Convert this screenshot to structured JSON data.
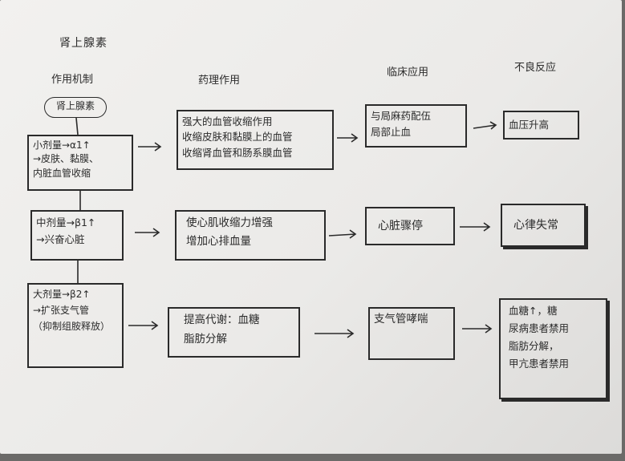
{
  "page_title": "肾上腺素",
  "headers": {
    "mechanism": "作用机制",
    "pharmacology": "药理作用",
    "clinical": "临床应用",
    "adverse": "不良反应"
  },
  "start_node": "肾上腺素",
  "rows": [
    {
      "mechanism": [
        "小剂量→α1↑",
        "→皮肤、黏膜、",
        "内脏血管收缩"
      ],
      "pharmacology": [
        "强大的血管收缩作用",
        "收缩皮肤和黏膜上的血管",
        "收缩肾血管和肠系膜血管"
      ],
      "clinical": [
        "与局麻药配伍",
        "局部止血"
      ],
      "adverse": [
        "血压升高"
      ]
    },
    {
      "mechanism": [
        "中剂量→β1↑",
        "→兴奋心脏"
      ],
      "pharmacology": [
        "使心肌收缩力增强",
        "增加心排血量"
      ],
      "clinical": [
        "心脏骤停"
      ],
      "adverse": [
        "心律失常"
      ]
    },
    {
      "mechanism": [
        "大剂量→β2↑",
        "→扩张支气管",
        "（抑制组胺释放）"
      ],
      "pharmacology": [
        "提高代谢：血糖",
        "脂肪分解"
      ],
      "clinical": [
        "支气管哮喘"
      ],
      "adverse": [
        "血糖↑，糖",
        "尿病患者禁用",
        "脂肪分解，",
        "甲亢患者禁用"
      ]
    }
  ]
}
